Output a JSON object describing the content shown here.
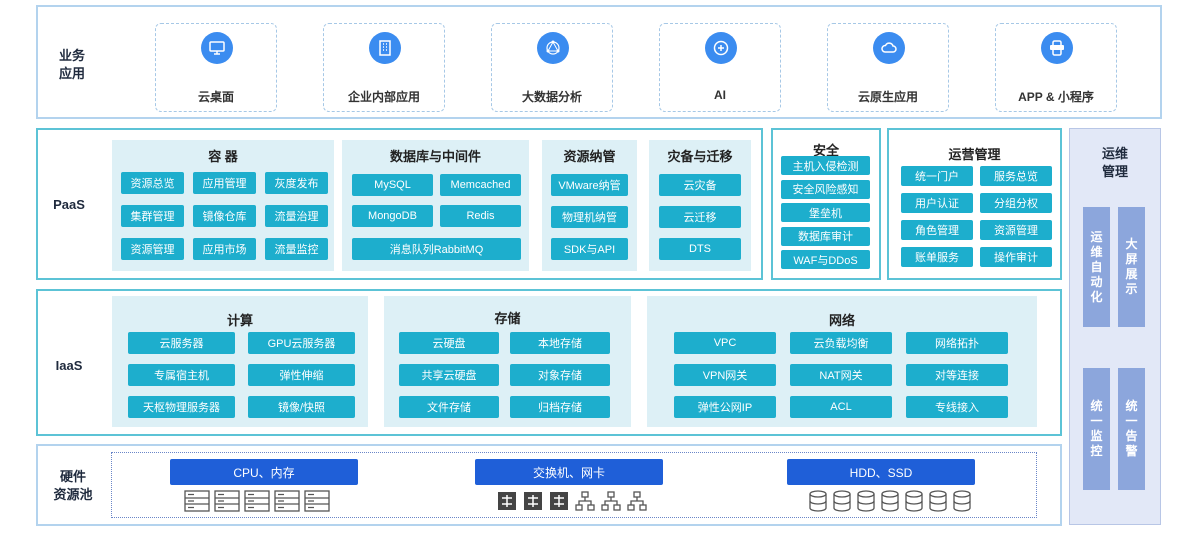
{
  "layers": {
    "business": "业务\n应用",
    "paas": "PaaS",
    "iaas": "IaaS",
    "hardware": "硬件\n资源池",
    "ops": "运维\n管理"
  },
  "apps": [
    {
      "label": "云桌面",
      "icon": "desktop-icon"
    },
    {
      "label": "企业内部应用",
      "icon": "building-icon"
    },
    {
      "label": "大数据分析",
      "icon": "network-icon"
    },
    {
      "label": "AI",
      "icon": "brain-icon"
    },
    {
      "label": "云原生应用",
      "icon": "cloud-icon"
    },
    {
      "label": "APP & 小程序",
      "icon": "mobile-app-icon"
    }
  ],
  "paas": {
    "container": {
      "title": "容 器",
      "items": [
        "资源总览",
        "应用管理",
        "灰度发布",
        "集群管理",
        "镜像仓库",
        "流量治理",
        "资源管理",
        "应用市场",
        "流量监控"
      ]
    },
    "database": {
      "title": "数据库与中间件",
      "items": [
        "MySQL",
        "Memcached",
        "MongoDB",
        "Redis",
        "消息队列RabbitMQ"
      ]
    },
    "resource": {
      "title": "资源纳管",
      "items": [
        "VMware纳管",
        "物理机纳管",
        "SDK与API"
      ]
    },
    "disaster": {
      "title": "灾备与迁移",
      "items": [
        "云灾备",
        "云迁移",
        "DTS"
      ]
    },
    "security": {
      "title": "安全",
      "items": [
        "主机入侵检测",
        "安全风险感知",
        "堡垒机",
        "数据库审计",
        "WAF与DDoS"
      ]
    },
    "operation": {
      "title": "运营管理",
      "items": [
        "统一门户",
        "服务总览",
        "用户认证",
        "分组分权",
        "角色管理",
        "资源管理",
        "账单服务",
        "操作审计"
      ]
    }
  },
  "iaas": {
    "compute": {
      "title": "计算",
      "items": [
        "云服务器",
        "GPU云服务器",
        "专属宿主机",
        "弹性伸缩",
        "天枢物理服务器",
        "镜像/快照"
      ]
    },
    "storage": {
      "title": "存储",
      "items": [
        "云硬盘",
        "本地存储",
        "共享云硬盘",
        "对象存储",
        "文件存储",
        "归档存储"
      ]
    },
    "network": {
      "title": "网络",
      "items": [
        "VPC",
        "云负载均衡",
        "网络拓扑",
        "VPN网关",
        "NAT网关",
        "对等连接",
        "弹性公网IP",
        "ACL",
        "专线接入"
      ]
    }
  },
  "ops": {
    "items": [
      "运维自动化",
      "大屏展示",
      "统一监控",
      "统一告警"
    ]
  },
  "hardware": {
    "items": [
      "CPU、内存",
      "交换机、网卡",
      "HDD、SSD"
    ]
  },
  "colors": {
    "chip": "#1daecd",
    "group_bg": "#ddf0f6",
    "app_icon": "#3b8cf0",
    "hw_bar": "#1f5fd8",
    "ops_chip": "#8ca6dc"
  }
}
